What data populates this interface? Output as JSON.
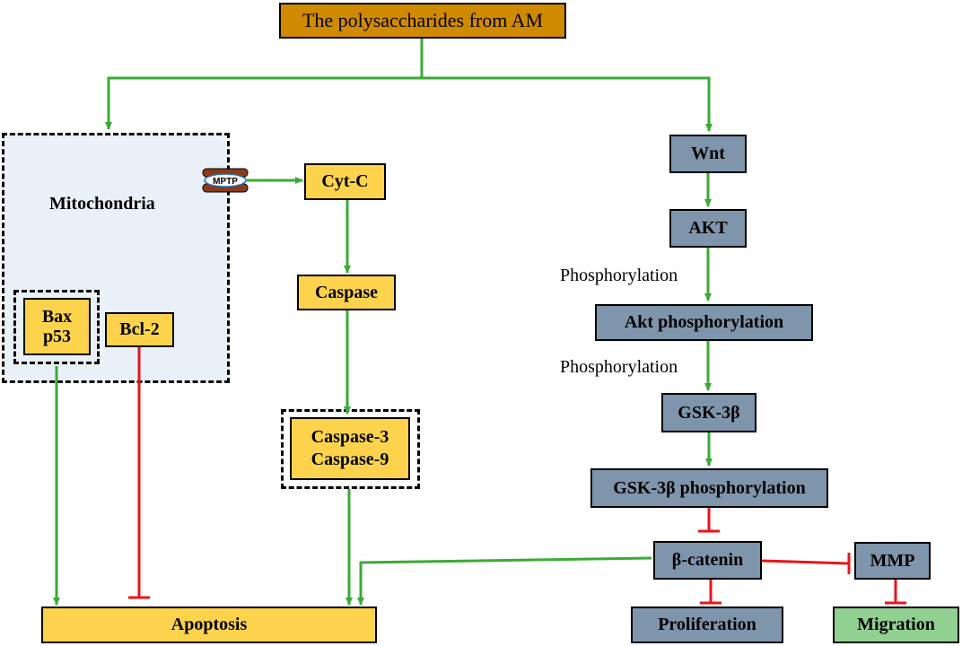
{
  "source": "The polysaccharides from AM",
  "mitochondria": {
    "label": "Mitochondria",
    "mptp": "MPTP",
    "bax": "Bax",
    "p53": "p53",
    "bcl2": "Bcl-2"
  },
  "caspase_path": {
    "cytc": "Cyt-C",
    "caspase": "Caspase",
    "caspase3": "Caspase-3",
    "caspase9": "Caspase-9"
  },
  "apoptosis": "Apoptosis",
  "wnt_path": {
    "wnt": "Wnt",
    "akt": "AKT",
    "phos1": "Phosphorylation",
    "akt_phos": "Akt phosphorylation",
    "phos2": "Phosphorylation",
    "gsk": "GSK-3β",
    "gsk_phos": "GSK-3β phosphorylation",
    "bcatenin": "β-catenin",
    "mmp": "MMP",
    "proliferation": "Proliferation",
    "migration": "Migration"
  },
  "colors": {
    "activation_arrow": "#3aaa35",
    "inhibition": "#e8141c",
    "yellow": "#fdd34e",
    "blue": "#7f95ab",
    "green": "#90d090",
    "top": "#d08a00"
  }
}
